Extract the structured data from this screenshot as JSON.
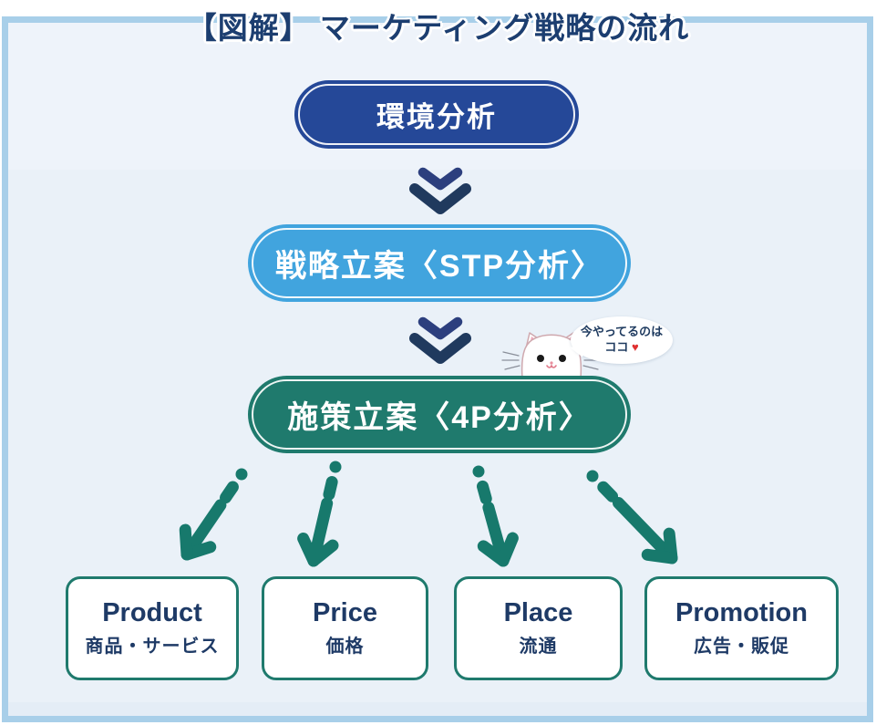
{
  "title": "【図解】 マーケティング戦略の流れ",
  "flow": {
    "step1": "環境分析",
    "step2": "戦略立案〈STP分析〉",
    "step3": "施策立案〈4P分析〉"
  },
  "callout": {
    "line1": "今やってるのは",
    "line2": "ココ",
    "heart": "♥"
  },
  "boxes": [
    {
      "en": "Product",
      "ja": "商品・サービス"
    },
    {
      "en": "Price",
      "ja": "価格"
    },
    {
      "en": "Place",
      "ja": "流通"
    },
    {
      "en": "Promotion",
      "ja": "広告・販促"
    }
  ],
  "colors": {
    "frame_border": "#a8cfe9",
    "canvas_bg": "#eaf1f8",
    "canvas_band": "#eef3fa",
    "canvas_band_btm": "#e4edf6",
    "title_text": "#1c3e70",
    "step1_bg": "#254898",
    "step2_bg": "#41a4de",
    "step3_bg": "#1f7a6d",
    "chevron_top": "#2c3f7e",
    "chevron_bottom": "#203a5e",
    "arrow": "#17796c",
    "box_border": "#1f7a6d",
    "box_text": "#1e3a66",
    "bubble_text": "#1e3a5f",
    "heart": "#e03030"
  }
}
